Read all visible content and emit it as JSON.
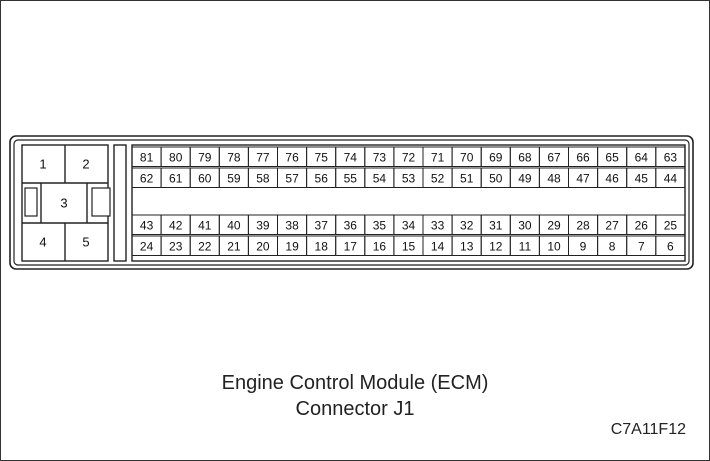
{
  "diagram": {
    "caption": {
      "line1": "Engine Control Module (ECM)",
      "line2": "Connector J1"
    },
    "figure_code": "C7A11F12",
    "left_block": {
      "pins": [
        "1",
        "2",
        "3",
        "4",
        "5"
      ]
    },
    "pin_rows": [
      [
        "81",
        "80",
        "79",
        "78",
        "77",
        "76",
        "75",
        "74",
        "73",
        "72",
        "71",
        "70",
        "69",
        "68",
        "67",
        "66",
        "65",
        "64",
        "63"
      ],
      [
        "62",
        "61",
        "60",
        "59",
        "58",
        "57",
        "56",
        "55",
        "54",
        "53",
        "52",
        "51",
        "50",
        "49",
        "48",
        "47",
        "46",
        "45",
        "44"
      ],
      [
        "43",
        "42",
        "41",
        "40",
        "39",
        "38",
        "37",
        "36",
        "35",
        "34",
        "33",
        "32",
        "31",
        "30",
        "29",
        "28",
        "27",
        "26",
        "25"
      ],
      [
        "24",
        "23",
        "22",
        "21",
        "20",
        "19",
        "18",
        "17",
        "16",
        "15",
        "14",
        "13",
        "12",
        "11",
        "10",
        "9",
        "8",
        "7",
        "6"
      ]
    ]
  }
}
